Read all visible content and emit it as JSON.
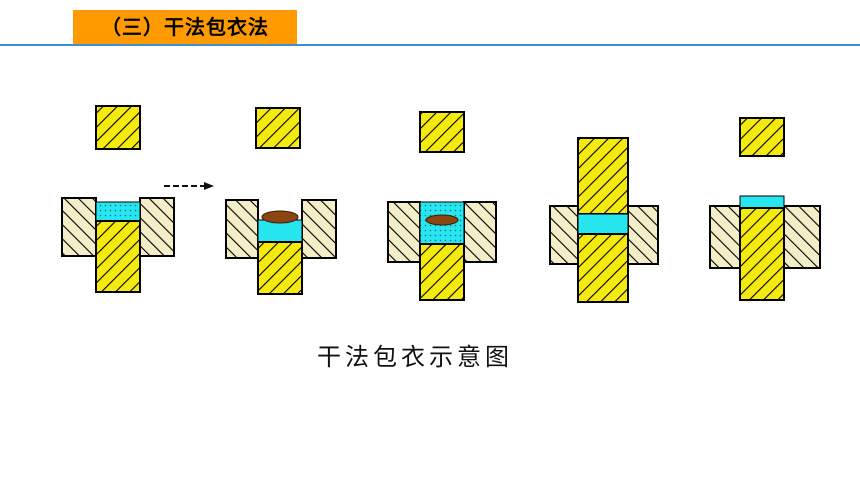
{
  "header": {
    "title": "（三）干法包衣法"
  },
  "diagram": {
    "caption": "干法包衣示意图",
    "steps": [
      {
        "id": "step-1",
        "upper_punch": "separate",
        "arrow": false,
        "core": false,
        "coating": "bottom"
      },
      {
        "id": "step-2",
        "upper_punch": "separate",
        "arrow": true,
        "core": true,
        "coating": "bottom"
      },
      {
        "id": "step-3",
        "upper_punch": "separate",
        "arrow": false,
        "core": true,
        "coating": "full"
      },
      {
        "id": "step-4",
        "upper_punch": "pressing",
        "arrow": false,
        "core": false,
        "coating": "compressed"
      },
      {
        "id": "step-5",
        "upper_punch": "separate",
        "arrow": false,
        "core": false,
        "coating": "ejected"
      }
    ],
    "colors": {
      "punch": "#f5ea10",
      "die": "#f3edc8",
      "coating": "#27e6f0",
      "core": "#8b4513",
      "outline": "#000000",
      "title_bg": "#ff9a00",
      "rule": "#3c8fd6"
    }
  }
}
